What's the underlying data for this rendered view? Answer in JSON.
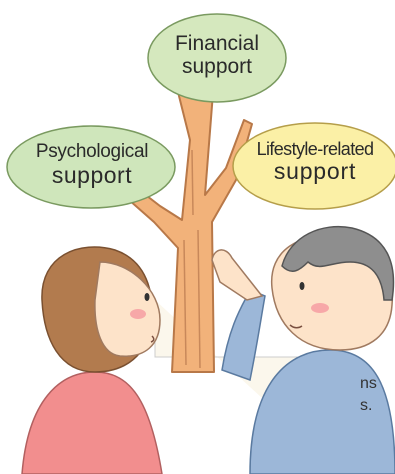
{
  "bubbles": {
    "financial": {
      "line1": "Financial",
      "line2": "support",
      "fill": "#d5e8be"
    },
    "psychological": {
      "line1": "Psychological",
      "line2": "support",
      "fill": "#cfe6bb"
    },
    "lifestyle": {
      "line1": "Lifestyle-related",
      "line2": "support",
      "fill": "#fbf0a6"
    }
  },
  "edge_text": {
    "line1": "ns",
    "line2": "s."
  },
  "colors": {
    "trunk": "#f2b27a",
    "trunk_stroke": "#b87848",
    "woman_shirt": "#f28e8e",
    "woman_hair": "#b27b4e",
    "man_shirt": "#9cb7d8",
    "man_hair": "#8e8e8e",
    "skin": "#fde3c9",
    "cheek": "#f7a8a8"
  },
  "icons": [
    "tree-illustration",
    "woman-figure",
    "man-figure"
  ]
}
